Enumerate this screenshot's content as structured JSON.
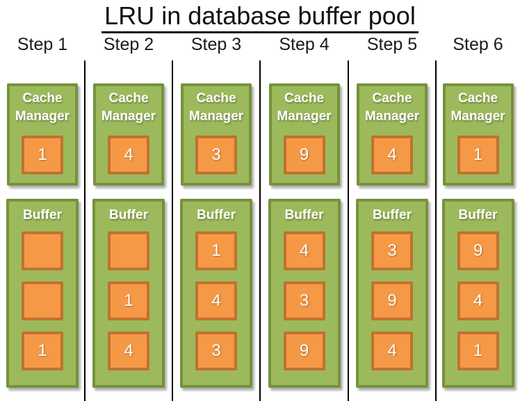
{
  "title": "LRU in database buffer pool",
  "labels": {
    "cache_manager_line1": "Cache",
    "cache_manager_line2": "Manager",
    "buffer": "Buffer"
  },
  "colors": {
    "box_green_fill": "#9CBA5C",
    "box_green_border": "#75923C",
    "slot_orange_fill": "#F59947",
    "slot_orange_border": "#C0722F",
    "box_text": "#FFFFFF",
    "heading_text": "#111111",
    "divider": "#000000"
  },
  "steps": [
    {
      "label": "Step 1",
      "cache_manager": "1",
      "buffer_slots": [
        "",
        "",
        "1"
      ]
    },
    {
      "label": "Step 2",
      "cache_manager": "4",
      "buffer_slots": [
        "",
        "1",
        "4"
      ]
    },
    {
      "label": "Step 3",
      "cache_manager": "3",
      "buffer_slots": [
        "1",
        "4",
        "3"
      ]
    },
    {
      "label": "Step 4",
      "cache_manager": "9",
      "buffer_slots": [
        "4",
        "3",
        "9"
      ]
    },
    {
      "label": "Step 5",
      "cache_manager": "4",
      "buffer_slots": [
        "3",
        "9",
        "4"
      ]
    },
    {
      "label": "Step 6",
      "cache_manager": "1",
      "buffer_slots": [
        "9",
        "4",
        "1"
      ]
    }
  ]
}
